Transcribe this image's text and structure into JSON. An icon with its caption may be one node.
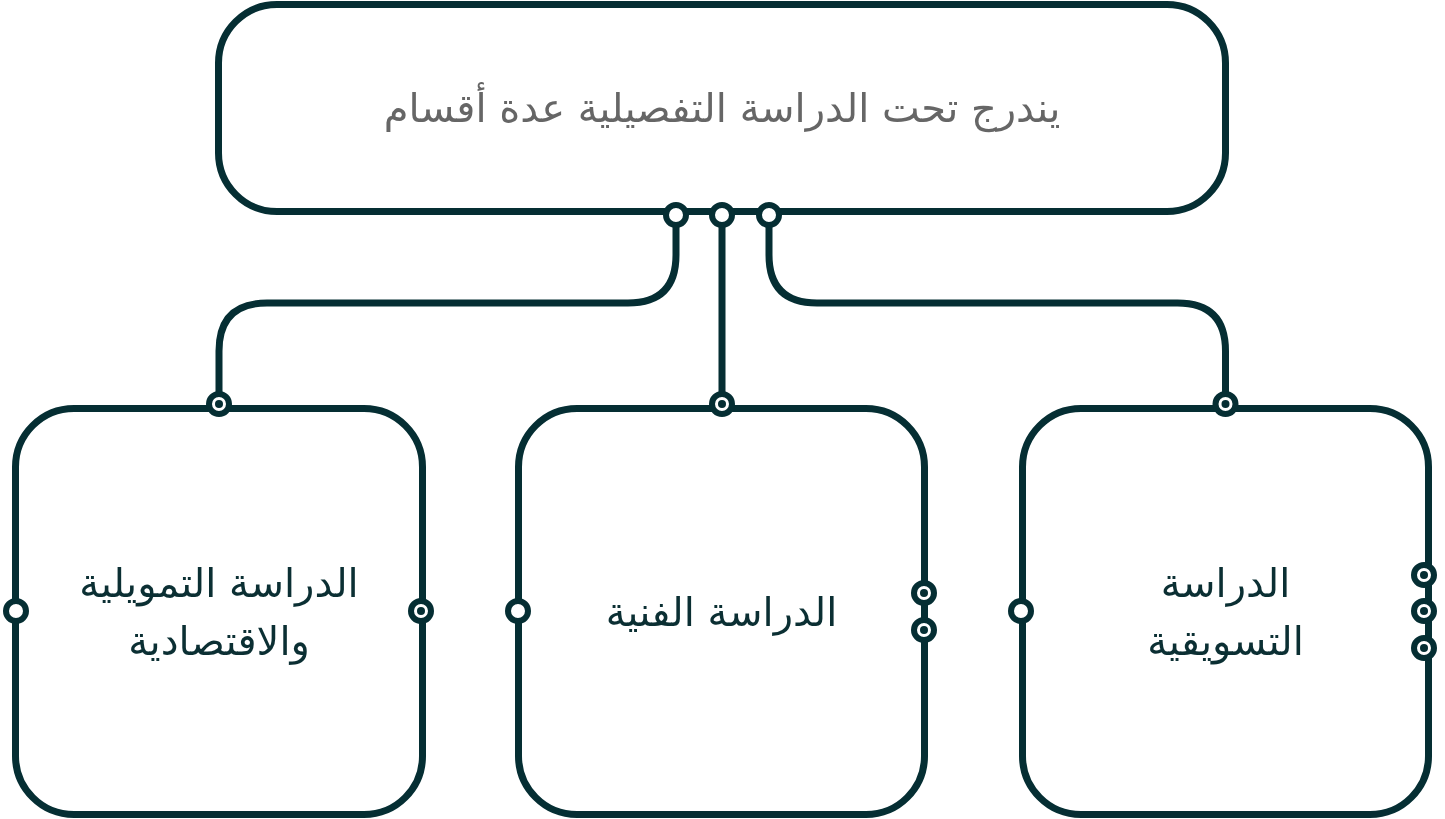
{
  "diagram": {
    "nodes": [
      {
        "text": [
          "يندرج تحت الدراسة التفصيلية عدة أقسام"
        ]
      },
      {
        "text": [
          "الدراسة التسويقية"
        ]
      },
      {
        "text": [
          "الدراسة الفنية"
        ]
      },
      {
        "text": [
          "الدراسة التمويلية والاقتصادية"
        ]
      }
    ],
    "edges": [
      {
        "from": 0,
        "to": 1,
        "arrow": "other"
      },
      {
        "from": 0,
        "to": 2,
        "arrow": "other"
      },
      {
        "from": 0,
        "to": 3,
        "arrow": "other"
      }
    ]
  }
}
